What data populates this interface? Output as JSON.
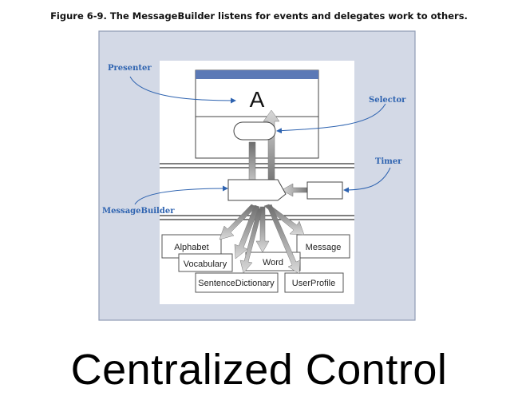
{
  "caption": "Figure 6-9. The MessageBuilder listens for events and delegates work to others.",
  "headline": "Centralized Control",
  "diagram": {
    "presenter_glyph": "A",
    "callouts": {
      "presenter": "Presenter",
      "selector": "Selector",
      "timer": "Timer",
      "message_builder": "MessageBuilder"
    },
    "components": {
      "alphabet": "Alphabet",
      "vocabulary": "Vocabulary",
      "word": "Word",
      "message": "Message",
      "sentence_dictionary": "SentenceDictionary",
      "user_profile": "UserProfile"
    },
    "colors": {
      "frame_background": "#d3d9e6",
      "presenter_header": "#5b79b6",
      "callout": "#2e63b0",
      "arrow_dark": "#6e6e6e",
      "arrow_light": "#d8d8d8"
    }
  }
}
